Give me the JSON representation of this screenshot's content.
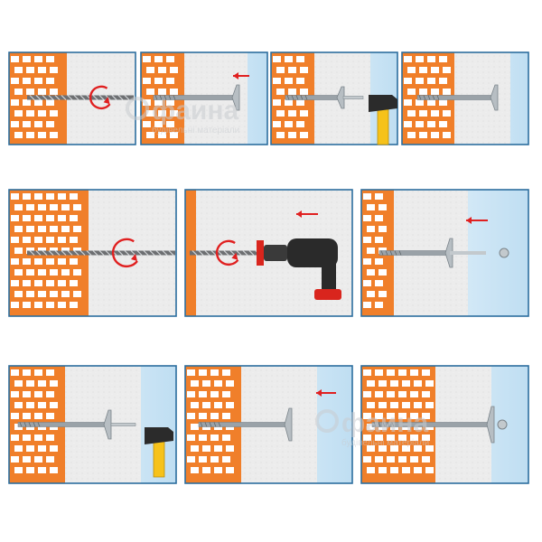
{
  "diagram": {
    "description_free": true,
    "rows": [
      {
        "row": 1,
        "panels": [
          "drill-hole",
          "insert-anchor",
          "hammer-nail",
          "installed"
        ]
      },
      {
        "row": 2,
        "panels": [
          "drill-hole-thick-insulation",
          "countersink-with-drill-bit",
          "insert-anchor-recessed"
        ]
      },
      {
        "row": 3,
        "panels": [
          "hammer-nail",
          "insert-cap",
          "installed"
        ]
      }
    ]
  },
  "watermarks": [
    {
      "word": "фаина",
      "tagline": "будівельні матеріали"
    },
    {
      "word": "фаина",
      "tagline": "будівельні матеріали"
    }
  ],
  "colors": {
    "brick": "#f07f2a",
    "brick_edge": "#c95f12",
    "mortar": "#ffffff",
    "insulation": "#ebebeb",
    "air": "#cfe6f4",
    "frame": "#2c6e9e",
    "arrow": "#e02020",
    "hammer_head": "#2b2b2b",
    "hammer_handle": "#f6c21a",
    "drill_body": "#2a2a2a",
    "drill_accent": "#d9251d",
    "steel": "#9aa2a8"
  }
}
